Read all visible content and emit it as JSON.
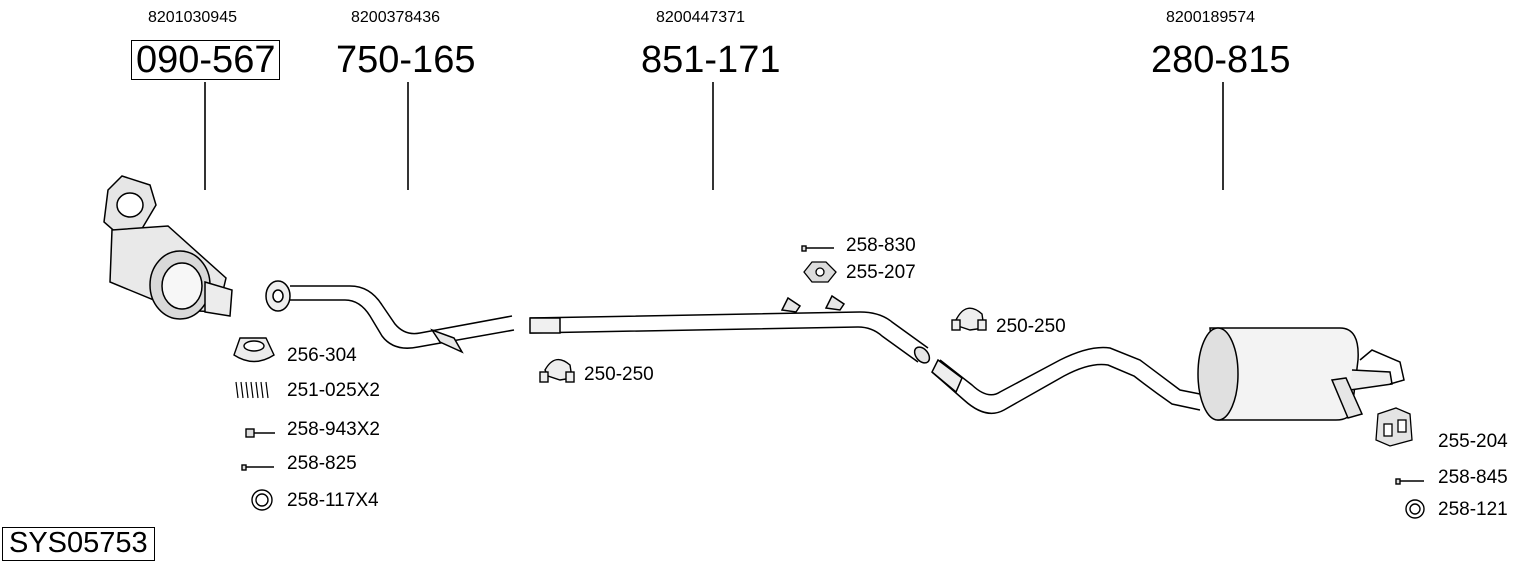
{
  "system_code": "SYS05753",
  "main_parts": [
    {
      "oem": "8201030945",
      "part": "090-567"
    },
    {
      "oem": "8200378436",
      "part": "750-165"
    },
    {
      "oem": "8200447371",
      "part": "851-171"
    },
    {
      "oem": "8200189574",
      "part": "280-815"
    }
  ],
  "accessories": {
    "a256_304": "256-304",
    "a251_025": "251-025X2",
    "a258_943": "258-943X2",
    "a258_825": "258-825",
    "a258_117": "258-117X4",
    "a250_250_left": "250-250",
    "a258_830": "258-830",
    "a255_207": "255-207",
    "a250_250_right": "250-250",
    "a255_204": "255-204",
    "a258_845": "258-845",
    "a258_121": "258-121"
  }
}
